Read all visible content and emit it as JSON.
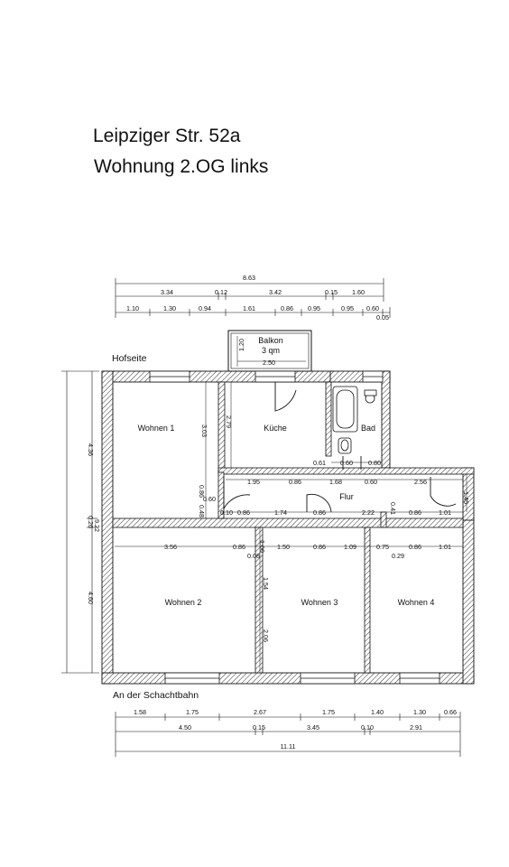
{
  "title": {
    "address": "Leipziger Str. 52a",
    "unit": "Wohnung 2.OG links"
  },
  "orientation": {
    "top": "Hofseite",
    "bottom": "An der Schachtbahn"
  },
  "balcony": {
    "name": "Balkon",
    "area": "3 qm",
    "depth": "1.20",
    "width": "2.50"
  },
  "rooms": {
    "wohnen1": "Wohnen 1",
    "kueche": "Küche",
    "bad": "Bad",
    "flur": "Flur",
    "wohnen2": "Wohnen 2",
    "wohnen3": "Wohnen 3",
    "wohnen4": "Wohnen 4"
  },
  "dims_top": {
    "total": "8.63",
    "row2": [
      "3.34",
      "0.12",
      "3.42",
      "0.15",
      "1.60"
    ],
    "row3": [
      "1.10",
      "1.30",
      "0.94",
      "1.61",
      "0.86",
      "0.95",
      "0.95",
      "0.60",
      "0.05"
    ]
  },
  "dims_bottom": {
    "row1": [
      "1.58",
      "1.75",
      "2.67",
      "1.75",
      "1.40",
      "1.30",
      "0.66"
    ],
    "row2": [
      "4.50",
      "0.15",
      "3.45",
      "0.10",
      "2.91"
    ],
    "total": "11.11"
  },
  "dims_left": [
    "4.36",
    "0.26",
    "9.22",
    "4.60"
  ],
  "dims_inner": {
    "w1_height": "3.03",
    "kueche_height": "2.79",
    "w1_door_a": "0.86",
    "w1_door_b": "0.48",
    "w1_door_c": "0.60",
    "flur_top_1": "1.95",
    "flur_top_2": "0.86",
    "flur_top_3": "1.68",
    "flur_top_4": "0.60",
    "flur_top_5": "2.56",
    "bath_bottom_1": "0.61",
    "bath_bottom_2": "0.60",
    "bath_bottom_3": "0.80",
    "flur_right": "1.45",
    "flur_low": [
      "0.10",
      "0.86",
      "1.74",
      "0.86",
      "2.22",
      "0.86",
      "1.01"
    ],
    "small_1": "0.41",
    "below_wall": [
      "3.56",
      "0.86",
      "1.50",
      "0.86",
      "1.09",
      "0.75",
      "0.86",
      "1.01"
    ],
    "below_small": [
      "1.00",
      "0.08",
      "0.29"
    ],
    "w3_wall_1": "1.54",
    "w3_wall_2": "2.06"
  }
}
